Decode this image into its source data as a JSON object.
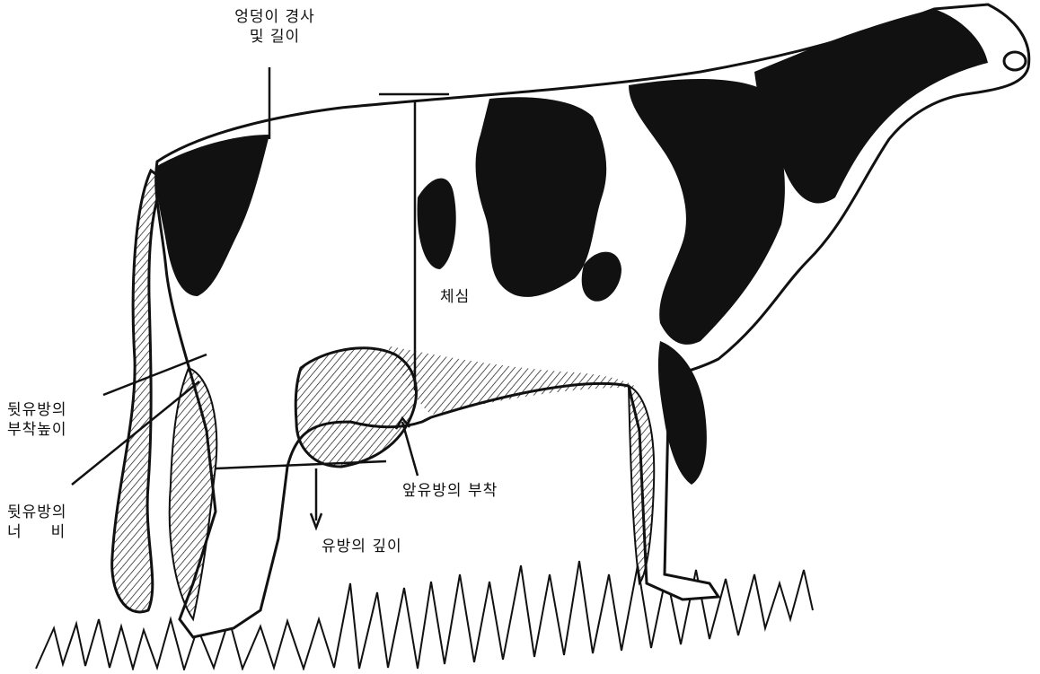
{
  "labels": {
    "rump": [
      "엉덩이 경사",
      "및 길이"
    ],
    "body_depth": "체심",
    "rear_udder_height": [
      "뒷유방의",
      "부착높이"
    ],
    "rear_udder_width": [
      "뒷유방의",
      "너     비"
    ],
    "fore_udder_attachment": "앞유방의 부착",
    "udder_depth": "유방의 깊이"
  },
  "colors": {
    "ink": "#111111",
    "background": "#ffffff"
  }
}
